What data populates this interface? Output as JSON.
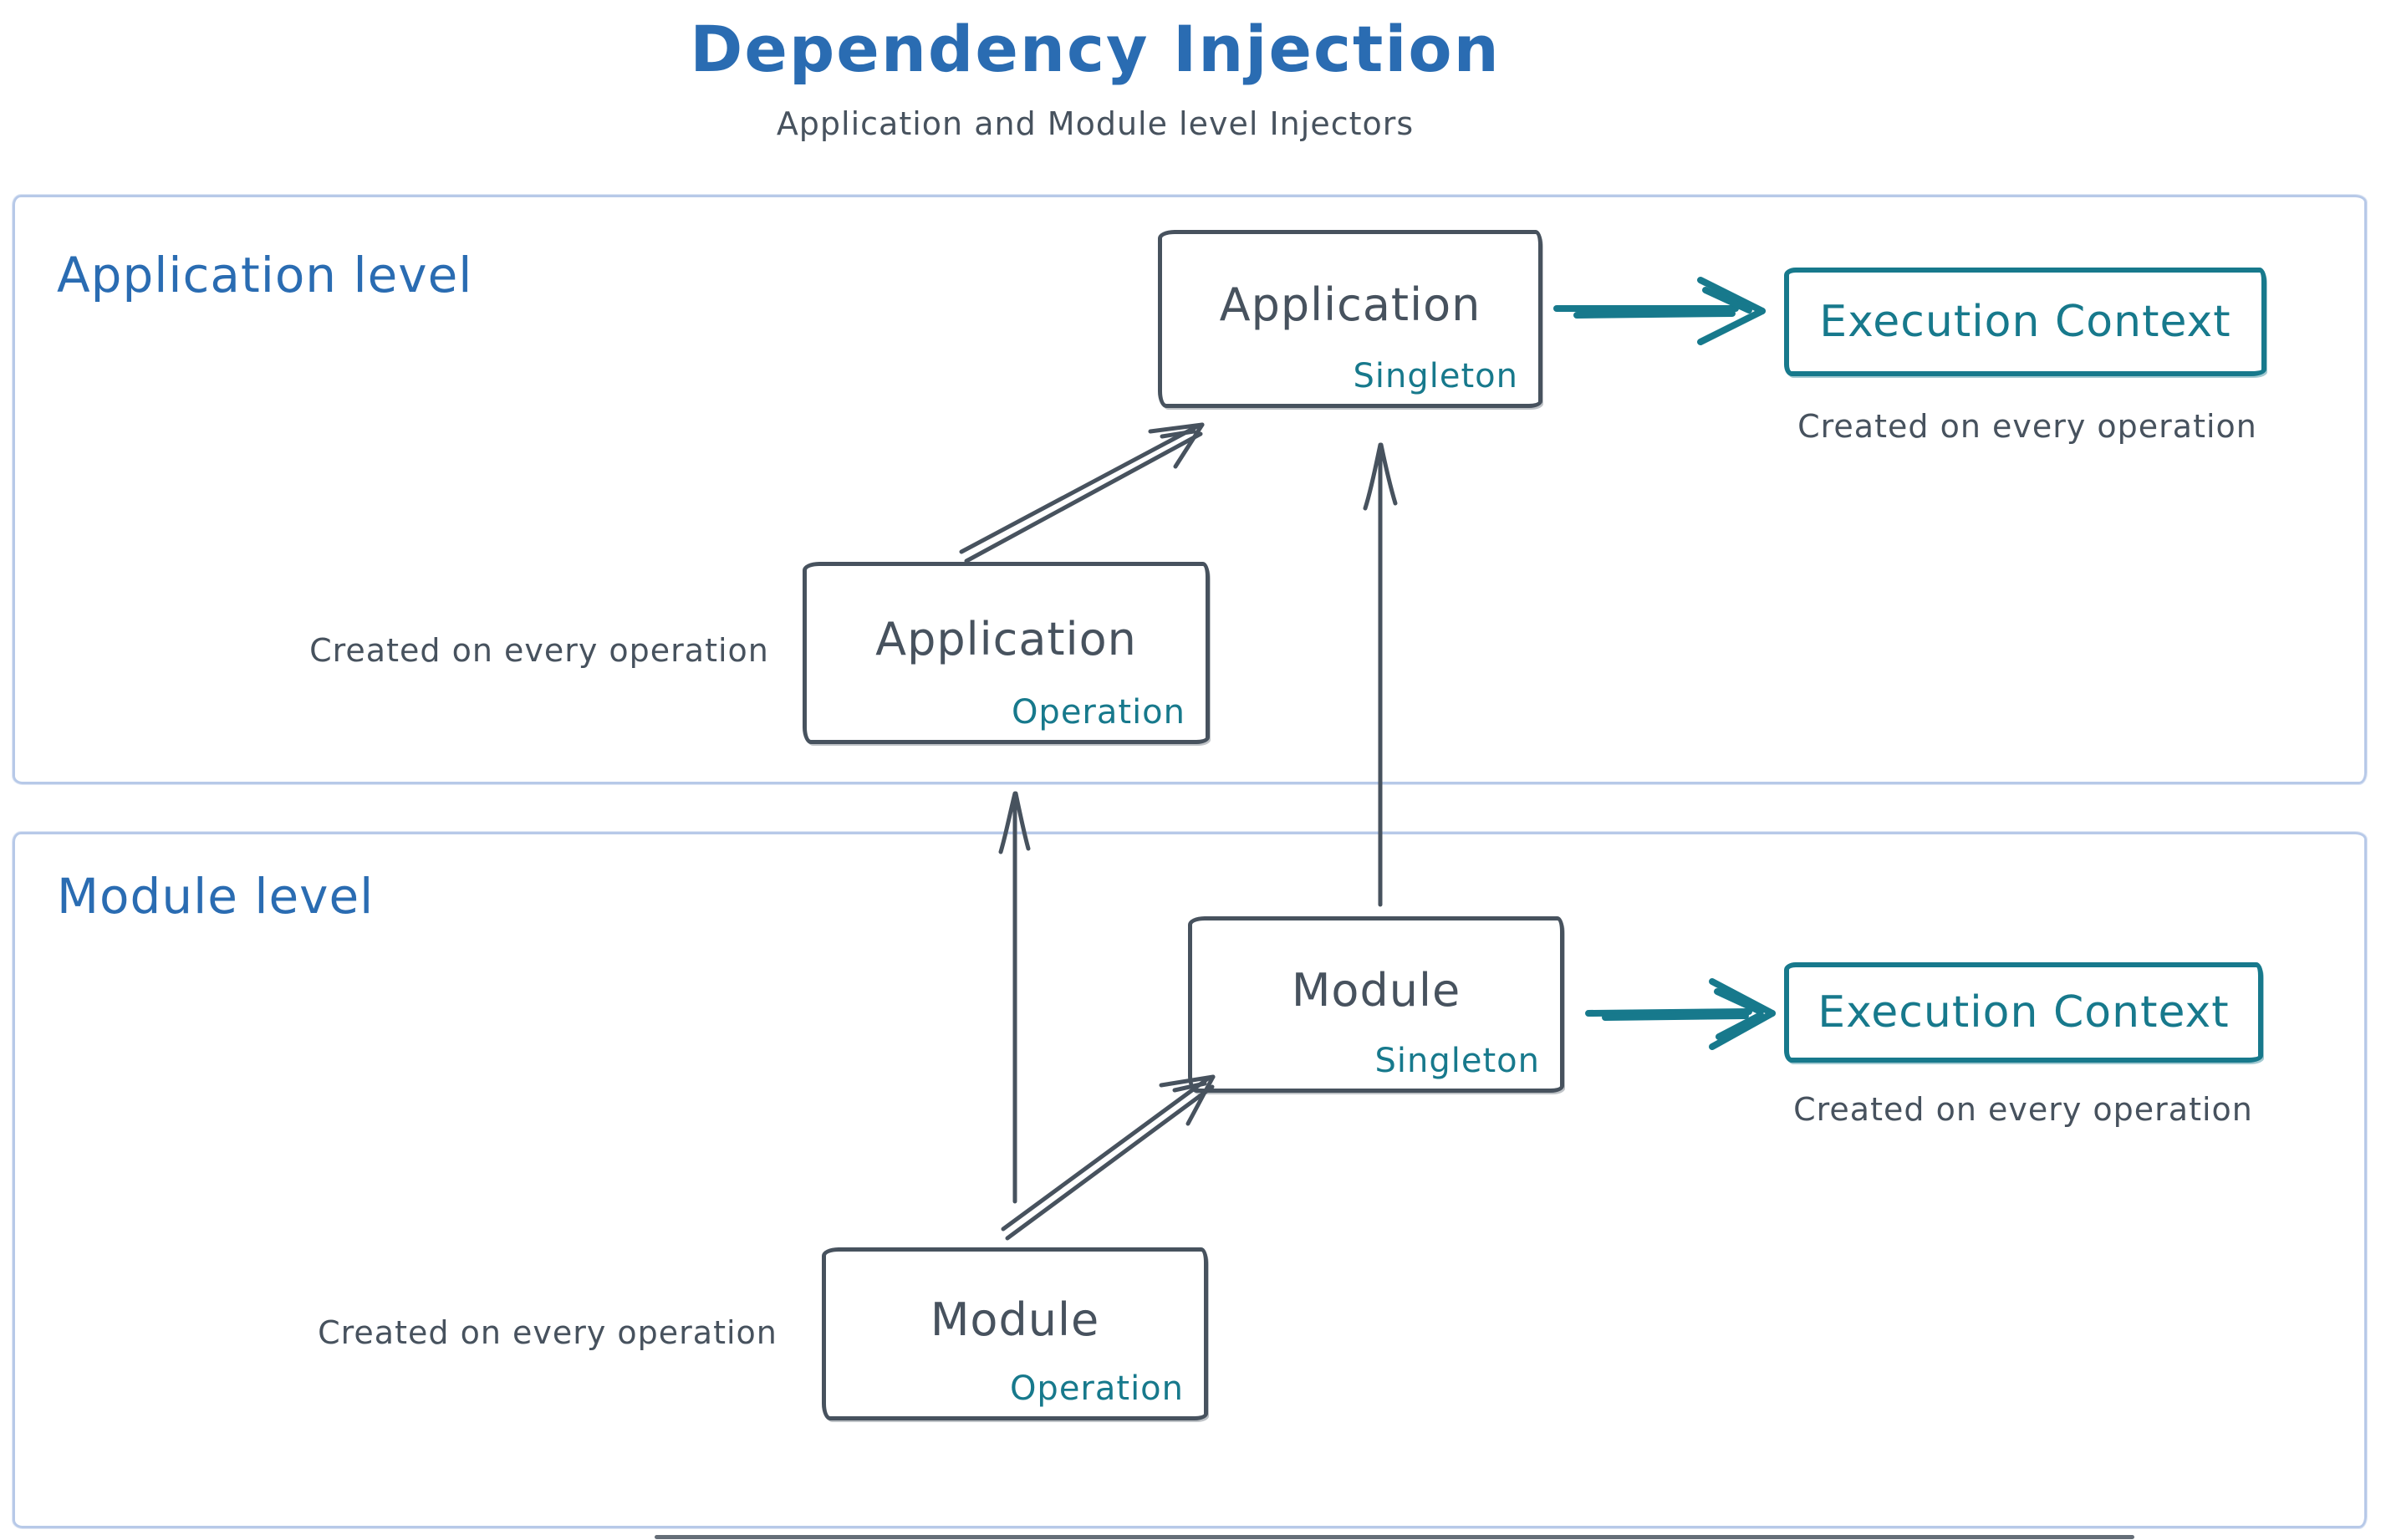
{
  "title": "Dependency Injection",
  "subtitle": "Application and Module level Injectors",
  "colors": {
    "blue": "#2a6cb2",
    "teal": "#17798c",
    "gray": "#47525e",
    "container-border": "#b7c9e8"
  },
  "application_level": {
    "label": "Application level",
    "operation_box": {
      "name": "Application",
      "scope": "Operation"
    },
    "singleton_box": {
      "name": "Application",
      "scope": "Singleton"
    },
    "operation_caption": "Created on every operation",
    "execution_context": {
      "label": "Execution Context",
      "caption": "Created on every operation"
    }
  },
  "module_level": {
    "label": "Module level",
    "operation_box": {
      "name": "Module",
      "scope": "Operation"
    },
    "singleton_box": {
      "name": "Module",
      "scope": "Singleton"
    },
    "operation_caption": "Created on every operation",
    "execution_context": {
      "label": "Execution Context",
      "caption": "Created on every operation"
    }
  },
  "arrows": [
    {
      "name": "app-operation-to-app-singleton",
      "style": "hand-drawn double line, diagonal up-right",
      "color": "#47525e"
    },
    {
      "name": "module-singleton-to-app-singleton",
      "style": "hand-drawn vertical up",
      "color": "#47525e"
    },
    {
      "name": "module-operation-to-app-operation",
      "style": "hand-drawn vertical up",
      "color": "#47525e"
    },
    {
      "name": "module-operation-to-module-singleton",
      "style": "hand-drawn double line, diagonal up-right",
      "color": "#47525e"
    },
    {
      "name": "app-singleton-to-execution-context",
      "style": "hand-drawn horizontal right",
      "color": "#17798c"
    },
    {
      "name": "module-singleton-to-execution-context",
      "style": "hand-drawn horizontal right",
      "color": "#17798c"
    }
  ]
}
